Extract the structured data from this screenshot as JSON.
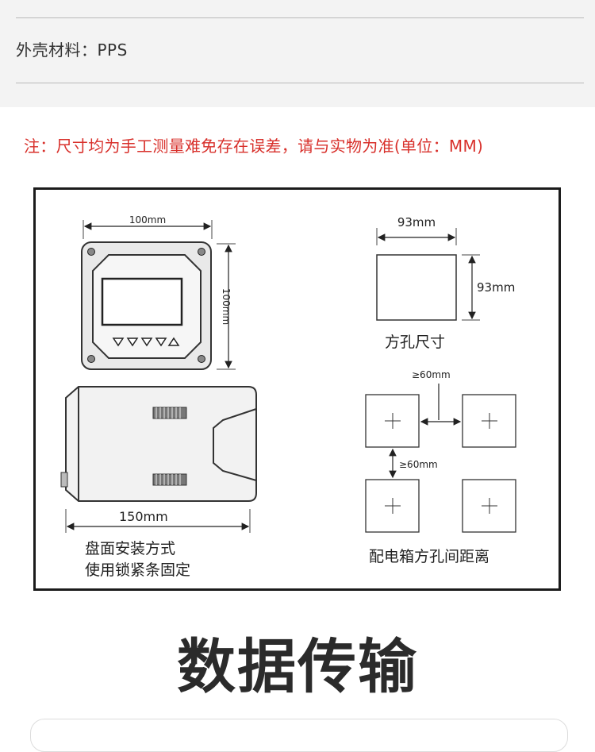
{
  "spec": {
    "label": "外壳材料：",
    "value": "PPS"
  },
  "note": "注：尺寸均为手工测量难免存在误差，请与实物为准(单位：MM)",
  "diagram": {
    "front_width": "100mm",
    "front_height": "100mm",
    "hole_width": "93mm",
    "hole_height": "93mm",
    "hole_caption": "方孔尺寸",
    "spacing_h": "≥60mm",
    "spacing_v": "≥60mm",
    "side_length": "150mm",
    "mount_caption_1": "盘面安装方式",
    "mount_caption_2": "使用锁紧条固定",
    "box_caption": "配电箱方孔间距离"
  },
  "section_title": "数据传输"
}
